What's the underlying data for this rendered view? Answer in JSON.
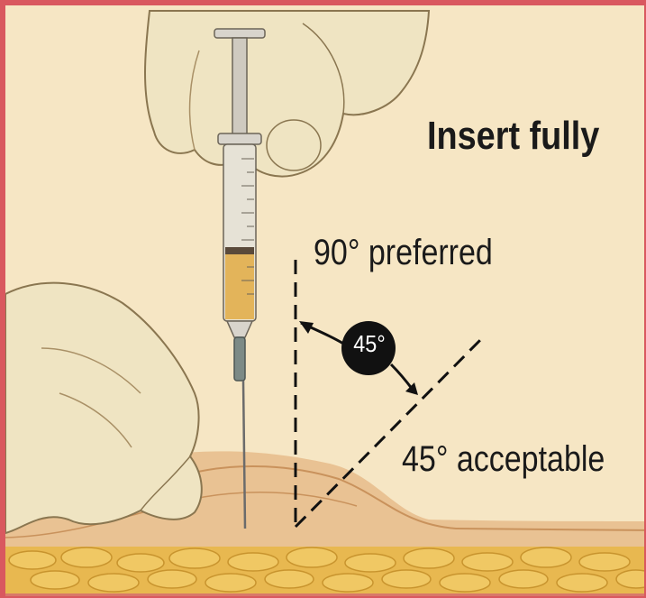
{
  "labels": {
    "title": "Insert fully",
    "preferred": "90° preferred",
    "acceptable": "45° acceptable",
    "angle_badge": "45°"
  },
  "colors": {
    "border": "#d9585f",
    "background": "#f6e6c4",
    "skin": "#e8c89a",
    "fat": "#e8b850",
    "glove": "#efe4c2",
    "badge": "#111111"
  },
  "icons": {
    "syringe": "syringe-icon",
    "hand_top": "gloved-hand-icon",
    "hand_left": "gloved-hand-pinch-icon"
  }
}
